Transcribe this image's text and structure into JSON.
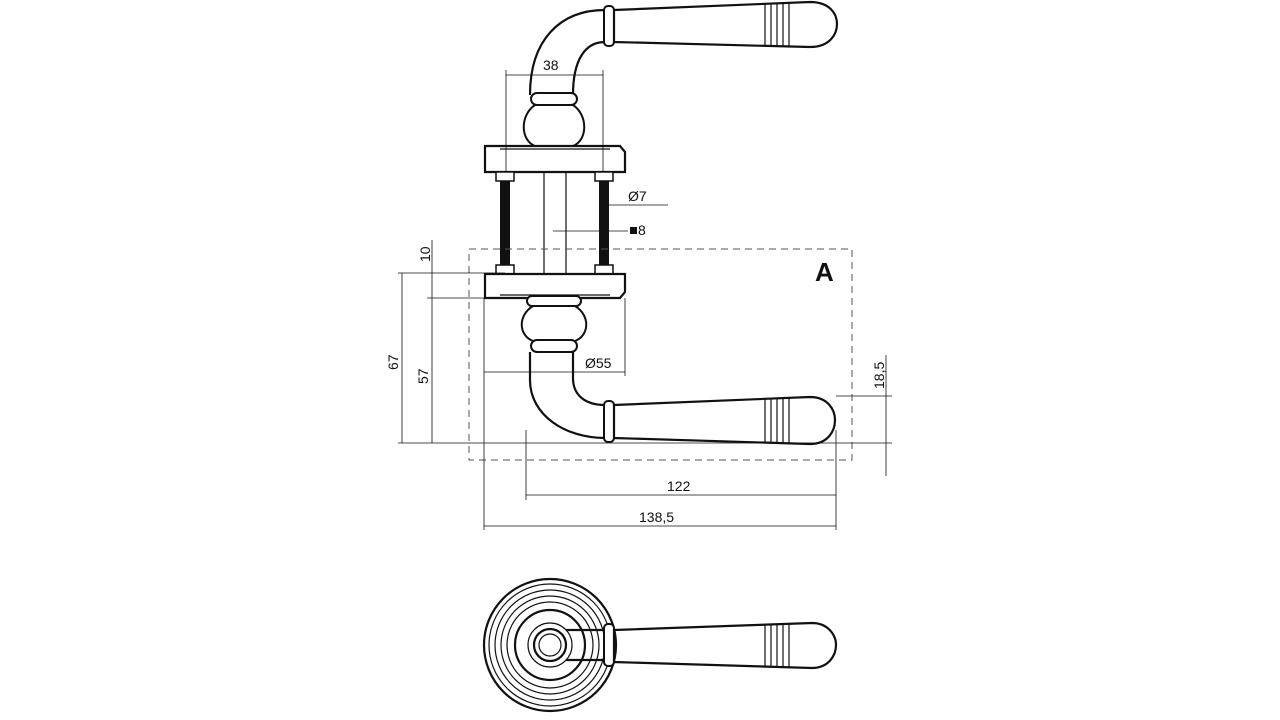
{
  "drawing": {
    "dimensions": {
      "d38": "38",
      "d7": "Ø7",
      "d8": "8",
      "d10": "10",
      "d67": "67",
      "d57": "57",
      "d55": "Ø55",
      "d18_5": "18,5",
      "d122": "122",
      "d138_5": "138,5"
    },
    "area_label": "A",
    "icons": {
      "square_marker": "square-marker-icon"
    }
  }
}
